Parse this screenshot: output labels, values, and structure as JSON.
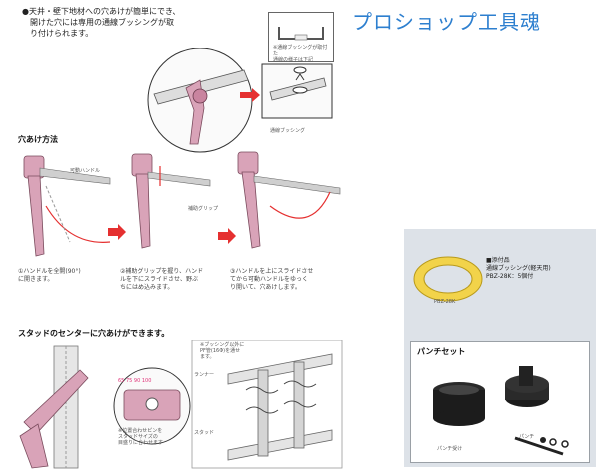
{
  "shop_name": "プロショップ工具魂",
  "intro": {
    "line1": "●天井・壁下地材への穴あけが簡単にでき、",
    "line2": "開けた穴には専用の通線ブッシングが取",
    "line3": "り付けられます。"
  },
  "figure_top": {
    "box_line1": "※通線ブッシングが取付た",
    "box_line2": "通線の様子は下記",
    "bushing_label": "通線ブッシング"
  },
  "section_hole": {
    "title": "穴あけ方法",
    "handle_label": "可動ハンドル",
    "grip_label": "補助グリップ",
    "steps": [
      {
        "line1": "①ハンドルを全開(90°)",
        "line2": "に開きます。"
      },
      {
        "line1": "②補助グリップを握り、ハンド",
        "line2": "ルを下にスライドさせ、野ぶ",
        "line3": "ちにはめ込みます。"
      },
      {
        "line1": "③ハンドルを上にスライドさせ",
        "line2": "てから可動ハンドルをゆっく",
        "line3": "り開いて、穴あけします。"
      }
    ]
  },
  "section_stud": {
    "title": "スタッドのセンターに穴あけができます。",
    "scale": "65 75 90 100",
    "pin_note1": "※位置合わせピンを",
    "pin_note2": "スタッドサイズの",
    "pin_note3": "目盛りに合わせます",
    "pf_note1": "※ブッシング以外に",
    "pf_note2": "PF管(16Φ)を通せ",
    "pf_note3": "ます。",
    "runner_label": "ランナー",
    "stud_label": "スタッド"
  },
  "accessory": {
    "title": "■添付品",
    "line1": "通線ブッシング(軽天用)",
    "line2": "PBZ-28K：5個付",
    "bushing_model": "PBZ-28K",
    "punch_set_title": "パンチセット",
    "punch_receiver": "パンチ受け",
    "punch": "パンチ"
  },
  "colors": {
    "brand_blue": "#2d7fcf",
    "tool_pink": "#d9a3b8",
    "arrow_red": "#e53030",
    "bushing_yellow": "#f2d34a"
  }
}
